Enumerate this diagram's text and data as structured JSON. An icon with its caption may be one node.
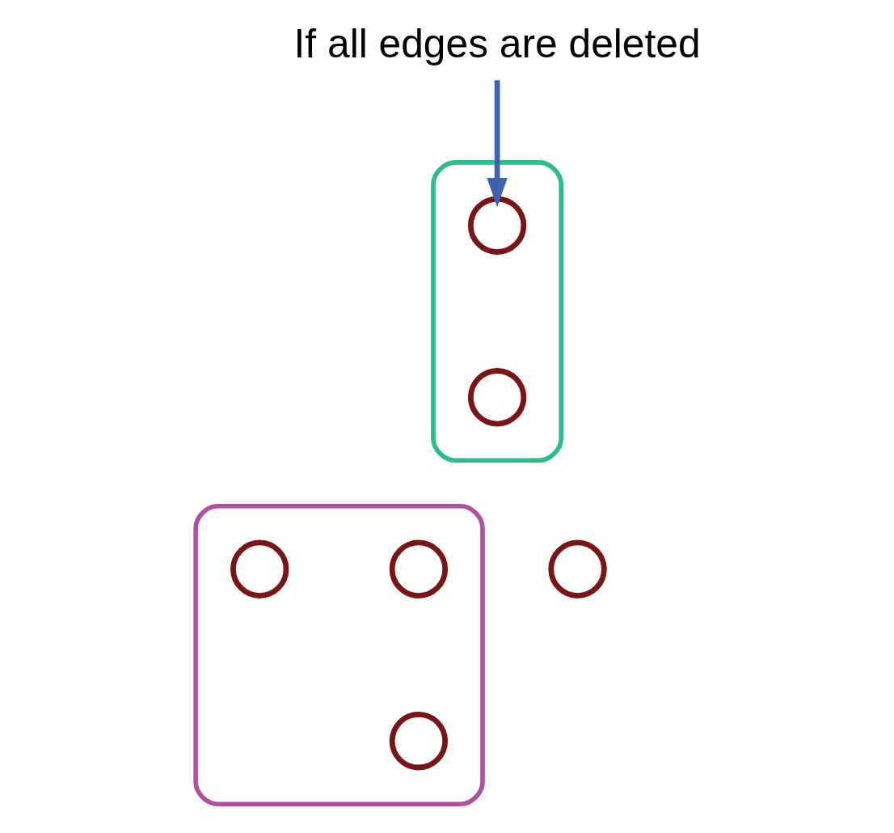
{
  "diagram": {
    "nodes": [
      {
        "text": [
          "If all edges are deleted"
        ]
      },
      {
        "text": [],
        "shape": "ellipse"
      },
      {
        "text": [],
        "shape": "circle",
        "in": 1
      },
      {
        "text": [],
        "shape": "circle",
        "in": 1
      },
      {
        "text": [],
        "shape": "ellipse"
      },
      {
        "text": [],
        "shape": "circle",
        "in": 4
      },
      {
        "text": [],
        "shape": "circle",
        "in": 4
      },
      {
        "text": [],
        "shape": "circle",
        "in": 4
      },
      {
        "text": [],
        "shape": "circle"
      }
    ],
    "edges": [
      {
        "from": 0,
        "to": 2,
        "arrow": "to"
      }
    ]
  }
}
